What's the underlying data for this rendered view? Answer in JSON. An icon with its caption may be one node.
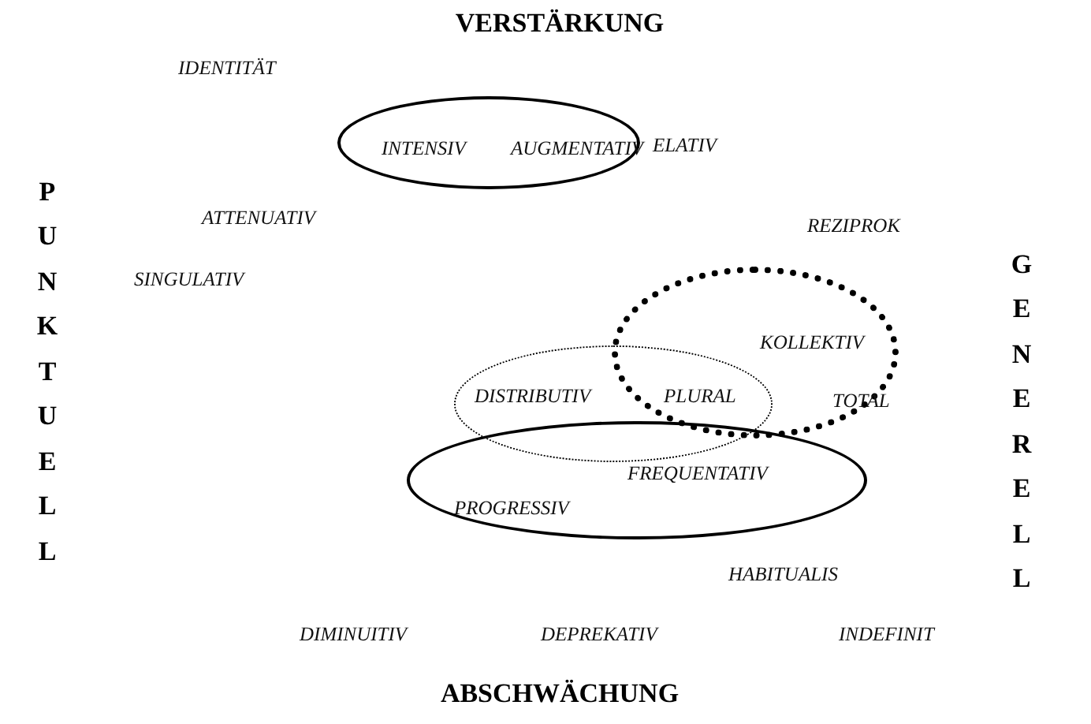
{
  "diagram": {
    "nodes": [
      {
        "text": [
          "INTENSIV",
          "AUGMENTATIV"
        ]
      },
      {
        "text": [
          "KOLLEKTIV",
          "TOTAL"
        ]
      },
      {
        "text": [
          "DISTRIBUTIV",
          "PLURAL"
        ]
      },
      {
        "text": [
          "FREQUENTATIV",
          "PROGRESSIV"
        ]
      }
    ],
    "labels": [
      "VERSTÄRKUNG",
      "IDENTITÄT",
      "ELATIV",
      "PUNKTUELL",
      "GENERELL",
      "ATTENUATIV",
      "REZIPROK",
      "SINGULATIV",
      "HABITUALIS",
      "DIMINUITIV",
      "DEPREKATIV",
      "INDEFINIT",
      "ABSCHWÄCHUNG"
    ]
  }
}
